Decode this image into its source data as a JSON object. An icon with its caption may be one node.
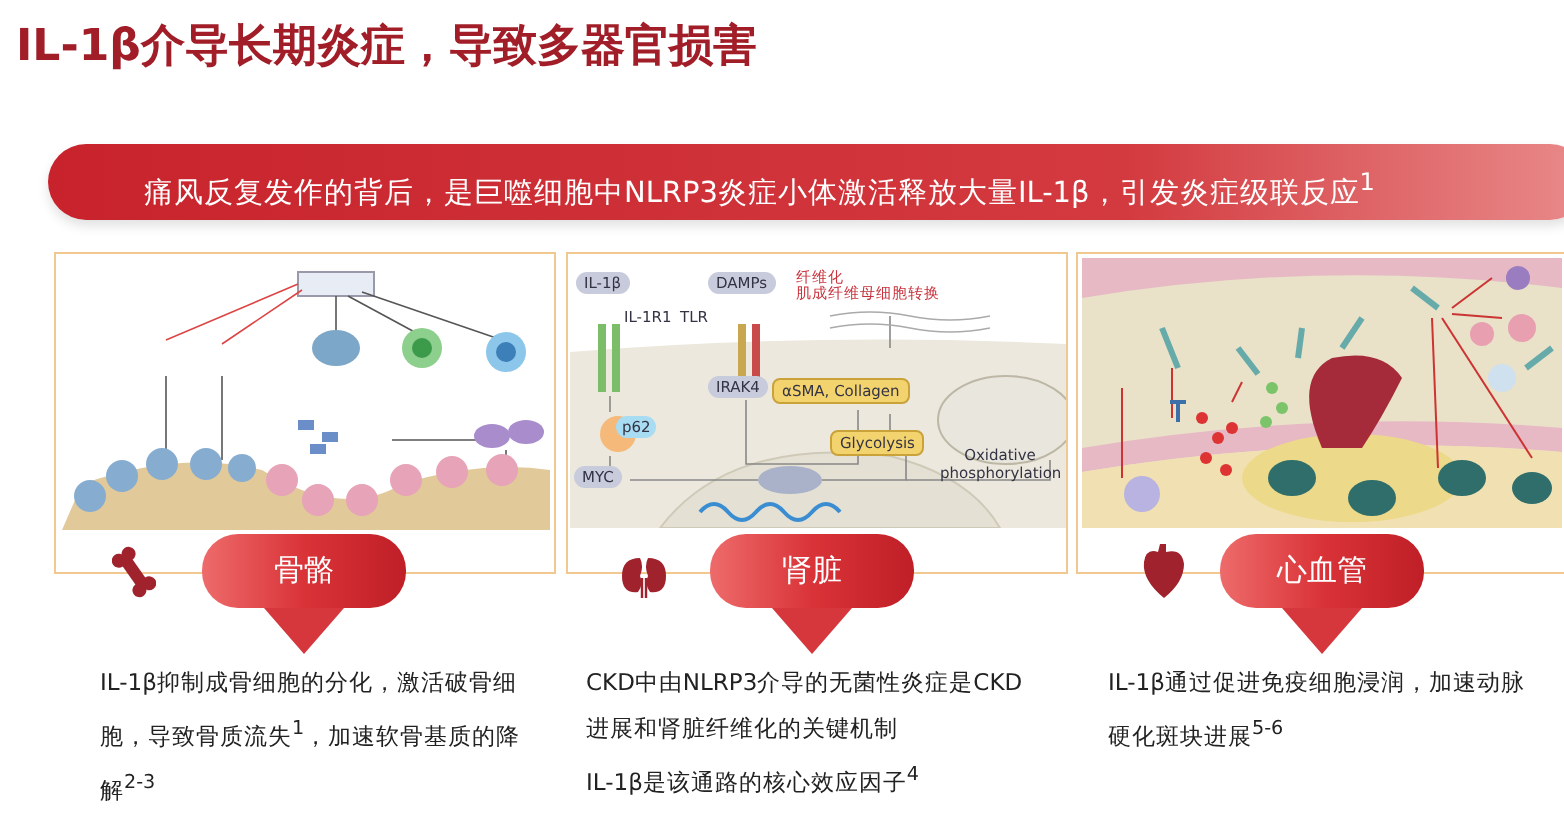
{
  "diagram": {
    "title": "IL-1β介导长期炎症，导致多器官损害",
    "labels": [
      "痛风反复发作的背后，是巨噬细胞中NLRP3炎症小体激活释放大量IL-1β，引发炎症级联反应$^{1}$",
      "IL-1β",
      "DAMPs",
      "纤维化",
      "肌成纤维母细胞转换",
      "IL-1R1",
      "TLR",
      "IRAK4",
      "αSMA, Collagen",
      "p62",
      "Glycolysis",
      "Oxidative phosphorylation",
      "MYC",
      "骨骼",
      "肾脏",
      "心血管",
      "IL-1β抑制成骨细胞的分化，激活破骨细胞，导致骨质流失$^{1}$，加速软骨基质的降解$^{2-3}$",
      "CKD中由NLRP3介导的无菌性炎症是CKD进展和肾脏纤维化的关键机制",
      "IL-1β是该通路的核心效应因子$^{4}$",
      "IL-1β通过促进免疫细胞浸润，加速动脉硬化斑块进展$^{5-6}$"
    ]
  }
}
